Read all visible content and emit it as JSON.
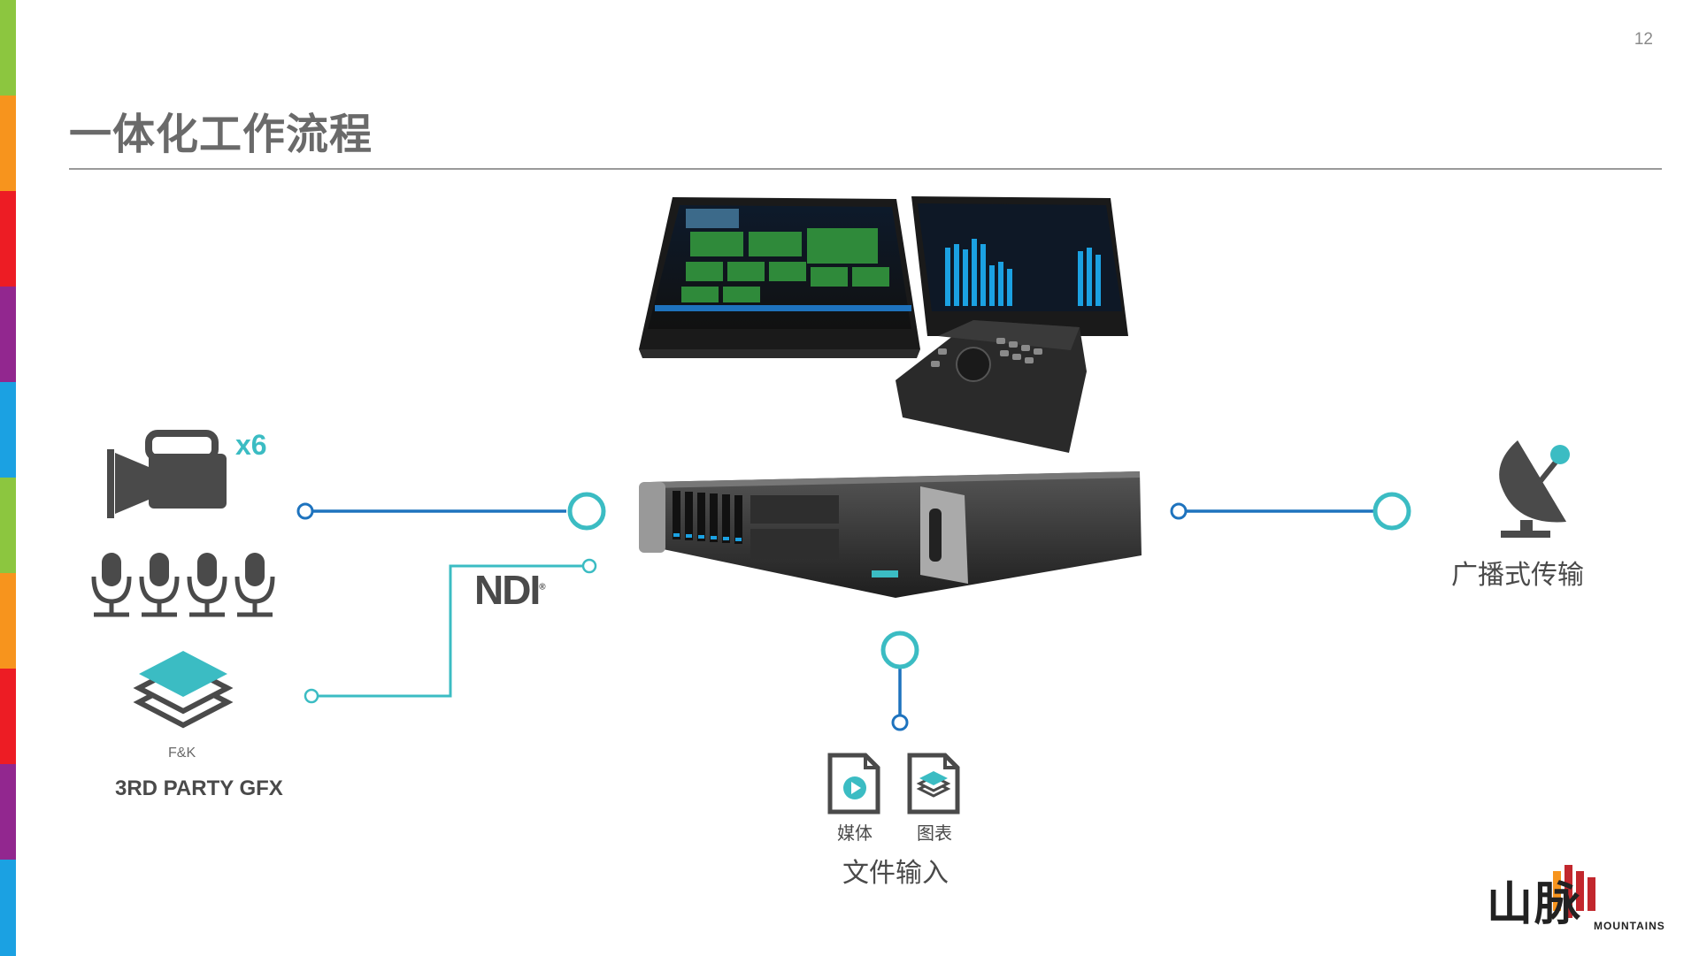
{
  "slide": {
    "page_number": "12",
    "title": "一体化工作流程"
  },
  "left_stripe_colors": [
    "#8cc63f",
    "#f7941d",
    "#ed1c24",
    "#92278f",
    "#1ba1e2",
    "#8cc63f",
    "#f7941d",
    "#ed1c24",
    "#92278f",
    "#1ba1e2"
  ],
  "colors": {
    "connector_blue": "#1e73be",
    "connector_teal": "#3bbcc3",
    "icon_gray": "#4a4a4a",
    "accent_teal": "#3bbcc3"
  },
  "inputs": {
    "camera_count": "x6",
    "ndi_label": "NDI",
    "ndi_mark": "®",
    "gfx_sublabel": "F&K",
    "gfx_label": "3RD PARTY GFX"
  },
  "outputs": {
    "broadcast_label": "广播式传输"
  },
  "file_input": {
    "media_label": "媒体",
    "graphics_label": "图表",
    "title": "文件输入"
  },
  "logo": {
    "chinese": "山脉",
    "english": "MOUNTAINS"
  }
}
